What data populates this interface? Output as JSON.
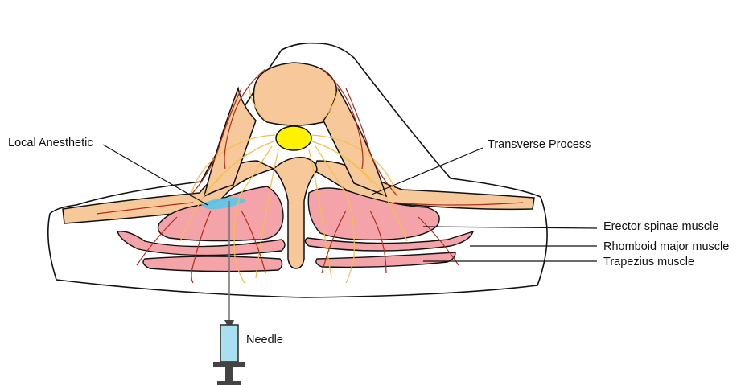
{
  "labels": {
    "local_anesthetic": "Local Anesthetic",
    "transverse_process": "Transverse Process",
    "erector_spinae": "Erector spinae muscle",
    "rhomboid_major": "Rhomboid major muscle",
    "trapezius": "Trapezius muscle",
    "needle": "Needle"
  },
  "colors": {
    "bone": "#f7c99a",
    "muscle": "#f4a3a8",
    "spinal_cord": "#fff200",
    "nerve": "#f2c04a",
    "vessel": "#b22a1a",
    "anesthetic": "#5fc6e6",
    "syringe_barrel": "#a9dff0",
    "plunger": "#444444",
    "outline": "#111111"
  }
}
